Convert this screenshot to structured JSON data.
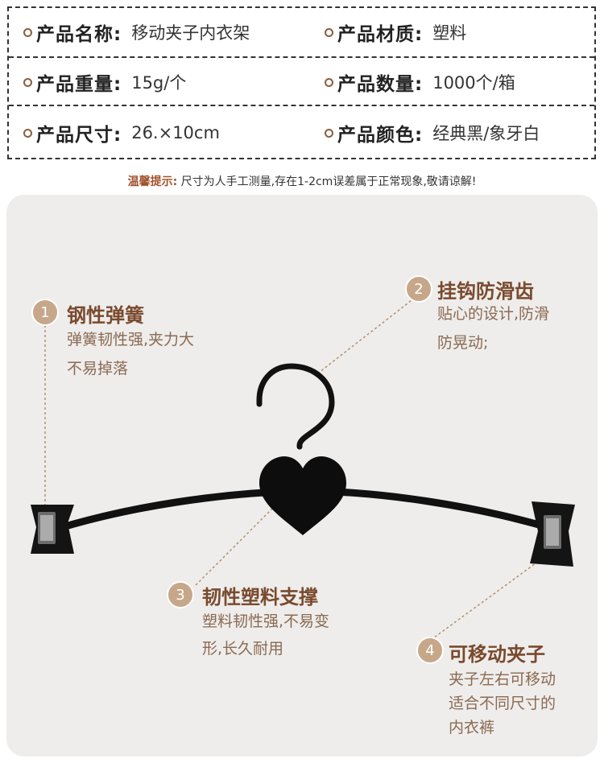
{
  "specs": {
    "name": {
      "label": "产品名称:",
      "value": "移动夹子内衣架"
    },
    "material": {
      "label": "产品材质:",
      "value": "塑料"
    },
    "weight": {
      "label": "产品重量:",
      "value": "15g/个"
    },
    "quantity": {
      "label": "产品数量:",
      "value": "1000个/箱"
    },
    "size": {
      "label": "产品尺寸:",
      "value": "26.×10cm"
    },
    "color": {
      "label": "产品颜色:",
      "value": "经典黑/象牙白"
    }
  },
  "tip": {
    "title": "温馨提示:",
    "text": "尺寸为人手工测量,存在1-2cm误差属于正常现象,敬请谅解!"
  },
  "callouts": [
    {
      "num": "1",
      "title": "钢性弹簧",
      "line1": "弹簧韧性强,夹力大",
      "line2": "不易掉落"
    },
    {
      "num": "2",
      "title": "挂钩防滑齿",
      "line1": "贴心的设计,防滑",
      "line2": "防晃动;"
    },
    {
      "num": "3",
      "title": "韧性塑料支撑",
      "line1": "塑料韧性强,不易变",
      "line2": "形,长久耐用"
    },
    {
      "num": "4",
      "title": "可移动夹子",
      "line1": "夹子左右可移动",
      "line2": "适合不同尺寸的",
      "line3": "内衣裤"
    }
  ],
  "colors": {
    "accent": "#c7a78a",
    "title": "#7a4a2e",
    "desc": "#8b6a52",
    "hanger": "#111111"
  }
}
